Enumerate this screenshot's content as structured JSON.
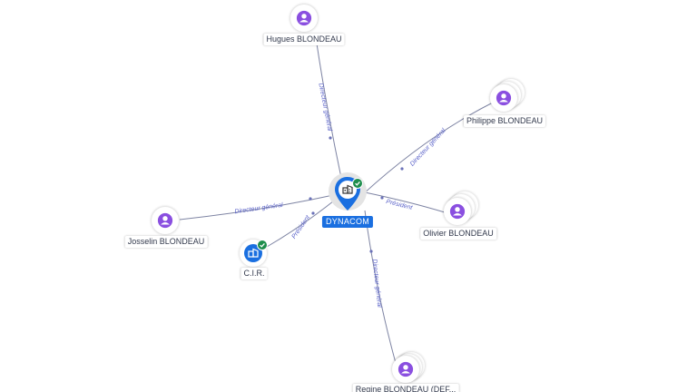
{
  "colors": {
    "company_blue": "#1a6fe0",
    "person_purple": "#8a4fe0",
    "edge_label": "#5b63c9",
    "check_green": "#1e8e4c"
  },
  "nodes": {
    "dynacom": {
      "label": "DYNACOM",
      "icon": "building-icon"
    },
    "cir": {
      "label": "C.I.R.",
      "icon": "building-icon"
    },
    "hugues": {
      "label": "Hugues BLONDEAU",
      "icon": "person-icon"
    },
    "philippe": {
      "label": "Philippe BLONDEAU",
      "icon": "person-icon"
    },
    "olivier": {
      "label": "Olivier BLONDEAU",
      "icon": "person-icon"
    },
    "josselin": {
      "label": "Josselin BLONDEAU",
      "icon": "person-icon"
    },
    "regine": {
      "label": "Regine BLONDEAU (DEF...",
      "icon": "person-icon"
    }
  },
  "edges": {
    "hugues_dynacom": "Directeur général",
    "philippe_dynacom": "Directeur général",
    "olivier_dynacom": "Président",
    "josselin_dynacom": "Directeur général",
    "cir_dynacom": "Président",
    "regine_dynacom": "Directeur général"
  }
}
